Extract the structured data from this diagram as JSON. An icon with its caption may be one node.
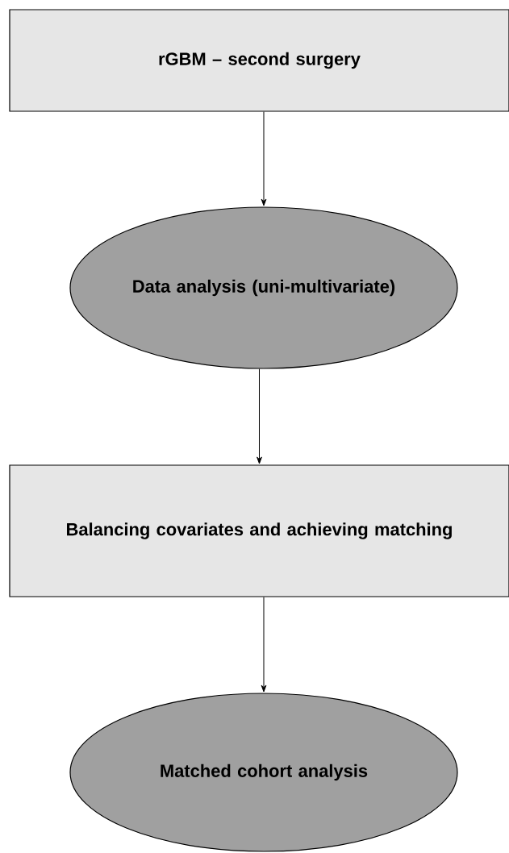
{
  "diagram": {
    "nodes": [
      {
        "text": [
          "rGBM – second surgery"
        ]
      },
      {
        "text": [
          "Data analysis (uni-multivariate)"
        ]
      },
      {
        "text": [
          "Balancing covariates and achieving matching"
        ]
      },
      {
        "text": [
          "Matched cohort analysis"
        ]
      }
    ],
    "edges": [
      {
        "from": 0,
        "to": 1,
        "arrow": "to"
      },
      {
        "from": 1,
        "to": 2,
        "arrow": "to"
      },
      {
        "from": 2,
        "to": 3,
        "arrow": "to"
      }
    ]
  }
}
